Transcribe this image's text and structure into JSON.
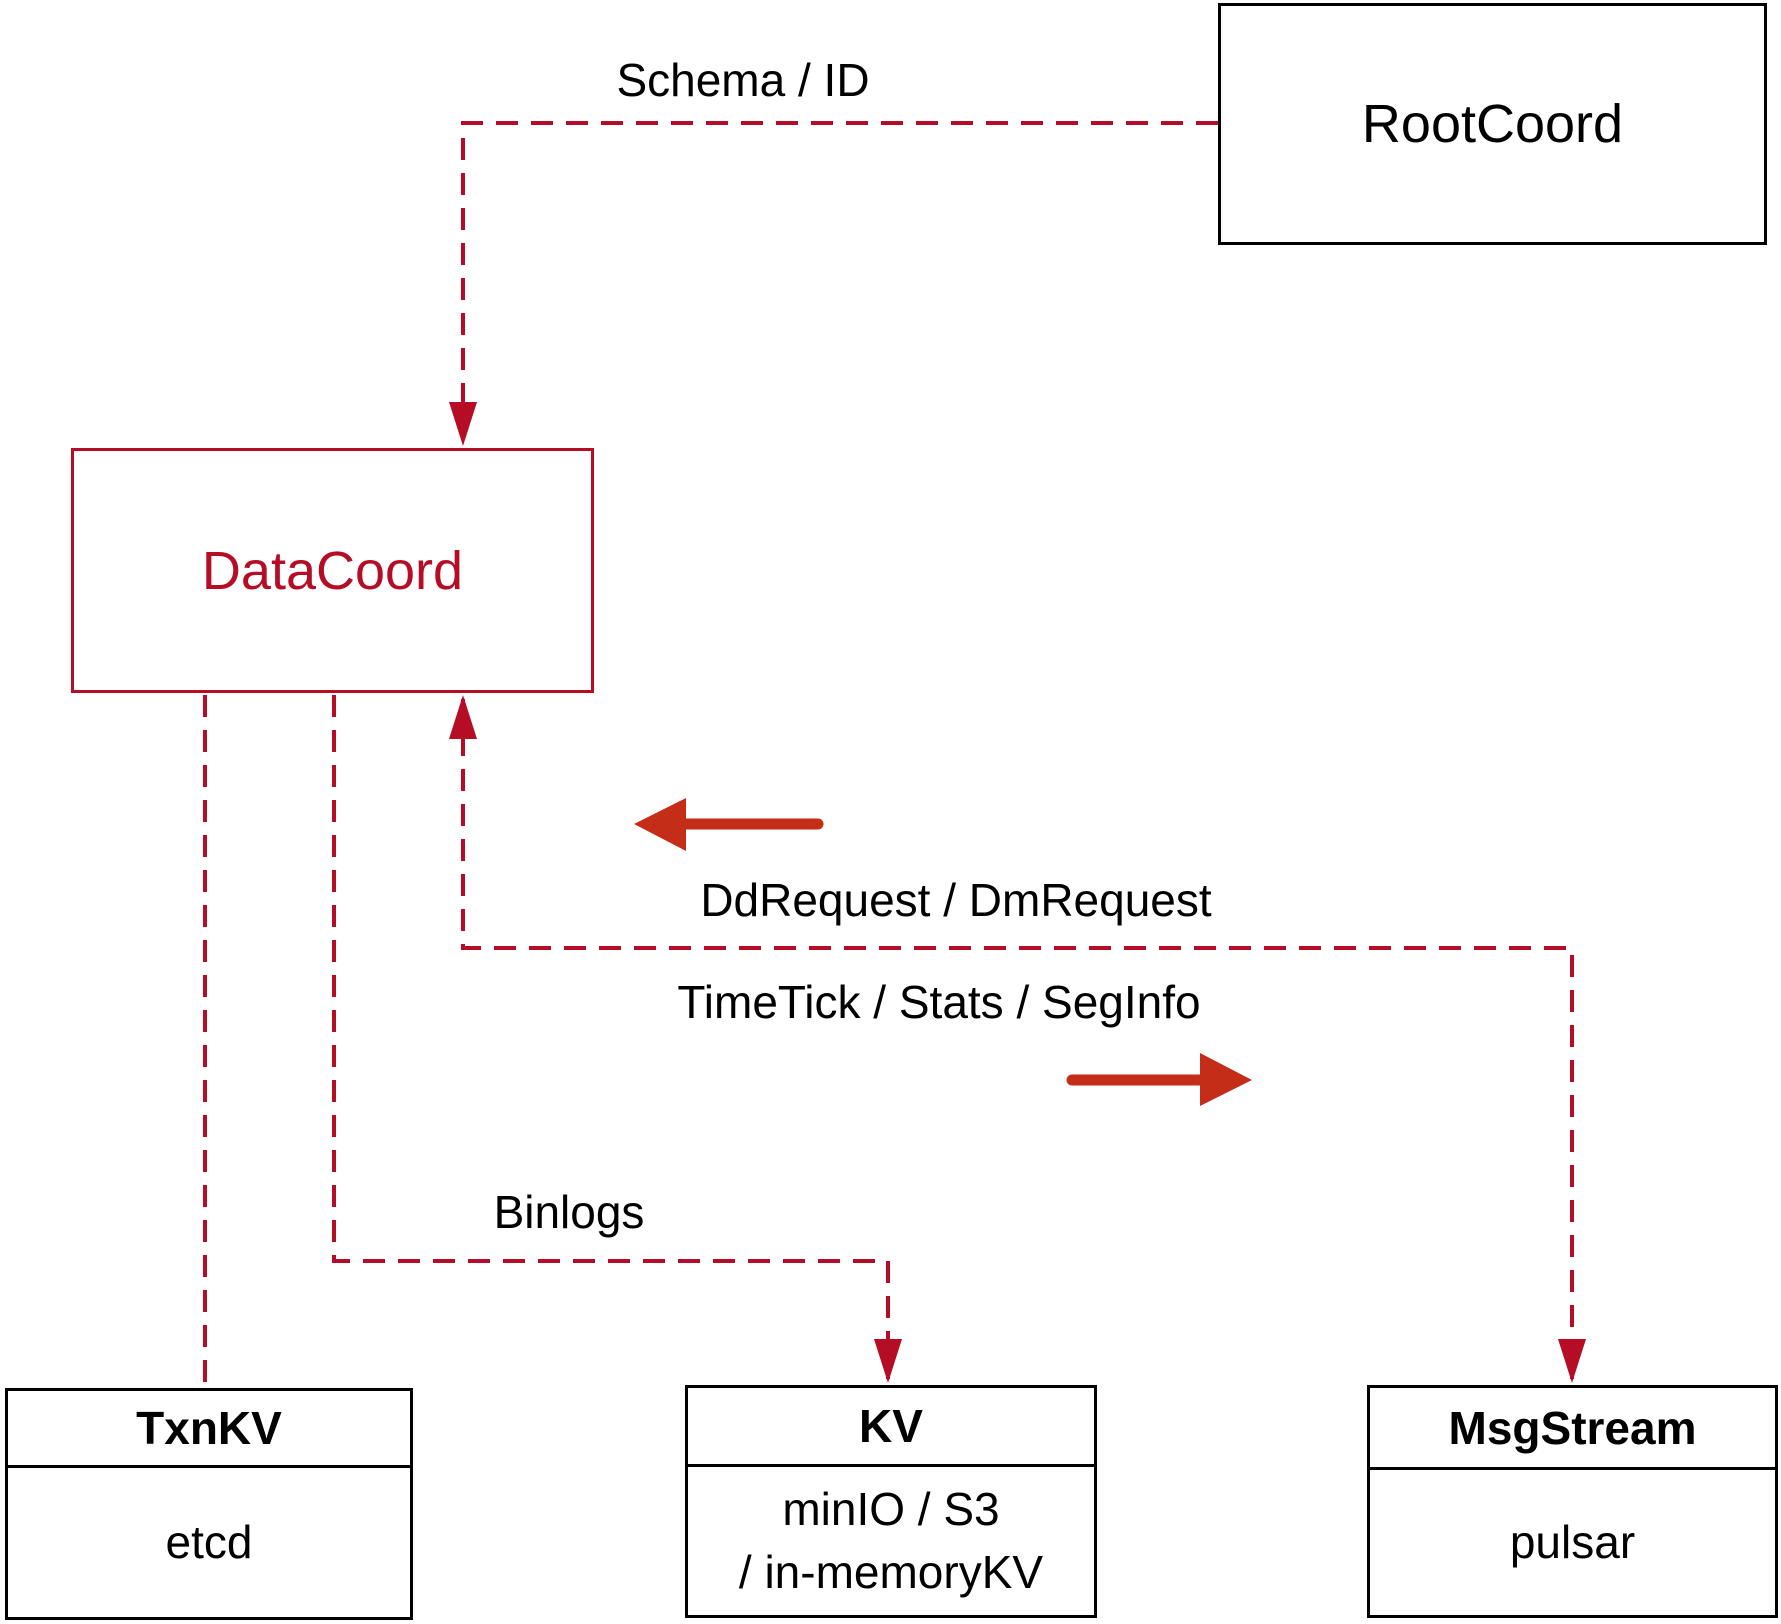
{
  "diagram": {
    "colors": {
      "crimson": "#b50d26",
      "arrow_red": "#c42d17",
      "ink": "#000000"
    },
    "nodes": {
      "rootcoord": {
        "label": "RootCoord"
      },
      "datacoord": {
        "label": "DataCoord"
      },
      "txnkv": {
        "title": "TxnKV",
        "body_line1": "etcd"
      },
      "kv": {
        "title": "KV",
        "body_line1": "minIO / S3",
        "body_line2": "/ in-memoryKV"
      },
      "msgstream": {
        "title": "MsgStream",
        "body_line1": "pulsar"
      }
    },
    "edge_labels": {
      "schema_id": "Schema / ID",
      "dd_request": "DdRequest / DmRequest",
      "timetick": "TimeTick / Stats / SegInfo",
      "binlogs": "Binlogs"
    },
    "edges": [
      {
        "from": "RootCoord",
        "to": "DataCoord",
        "label": "Schema / ID",
        "style": "dashed-arrow"
      },
      {
        "from": "DataCoord",
        "to": "TxnKV",
        "label": "",
        "style": "dashed"
      },
      {
        "from": "DataCoord",
        "to": "KV",
        "label": "Binlogs",
        "style": "dashed-arrow"
      },
      {
        "from": "DataCoord",
        "to": "MsgStream",
        "label": "DdRequest / DmRequest | TimeTick / Stats / SegInfo",
        "style": "dashed-double-arrow"
      }
    ]
  }
}
